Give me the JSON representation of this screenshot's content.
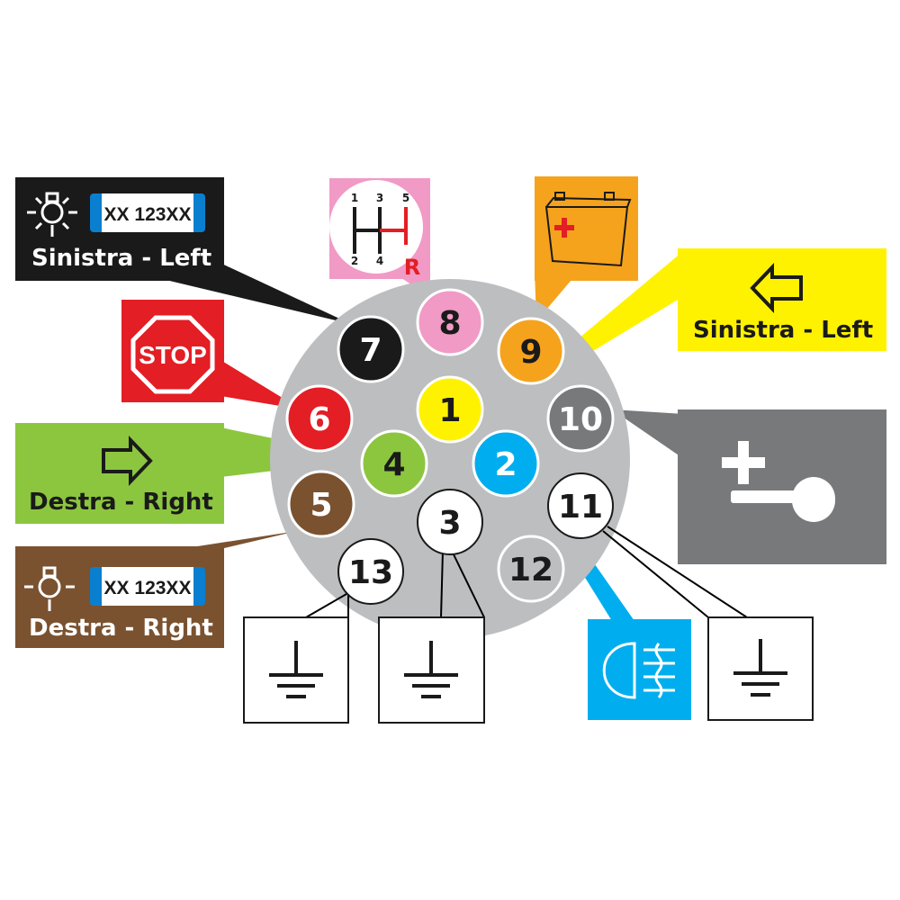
{
  "title": "13-pin trailer socket wiring",
  "colors": {
    "background_disc": "#bcbec0",
    "black": "#1a1a1a",
    "pink": "#f19ac6",
    "orange": "#f5a31d",
    "red": "#e31e24",
    "yellow": "#fff200",
    "gray": "#77797b",
    "green": "#8cc63f",
    "blue": "#00aeef",
    "brown": "#7a5230",
    "white": "#ffffff"
  },
  "pins": [
    {
      "n": "1",
      "function": "Sinistra - Left",
      "icon": "left-arrow-icon"
    },
    {
      "n": "2",
      "icon": "fog-light-icon"
    },
    {
      "n": "3",
      "icon": "ground-icon"
    },
    {
      "n": "4",
      "function": "Destra - Right",
      "icon": "right-arrow-icon"
    },
    {
      "n": "5",
      "function": "Destra - Right",
      "plate": "XX 123XX",
      "icon": "plate-light-icon"
    },
    {
      "n": "6",
      "icon": "stop-sign-icon",
      "sign": "STOP"
    },
    {
      "n": "7",
      "function": "Sinistra - Left",
      "plate": "XX 123XX",
      "icon": "plate-light-icon"
    },
    {
      "n": "8",
      "icon": "reverse-gear-icon",
      "gears": [
        "1",
        "3",
        "5",
        "2",
        "4",
        "R"
      ]
    },
    {
      "n": "9",
      "icon": "battery-icon"
    },
    {
      "n": "10",
      "icon": "ignition-key-plus-icon"
    },
    {
      "n": "11",
      "icon": "ground-icon"
    },
    {
      "n": "12"
    },
    {
      "n": "13",
      "icon": "ground-icon"
    }
  ]
}
